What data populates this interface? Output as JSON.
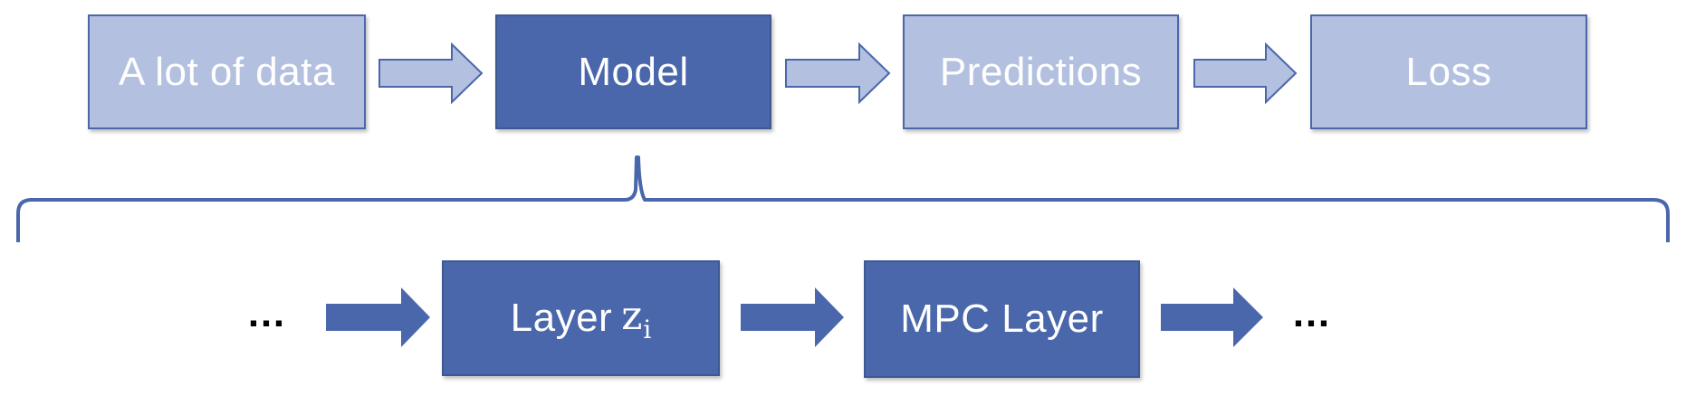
{
  "top_row": {
    "boxes": [
      {
        "label": "A lot of data",
        "style": "light"
      },
      {
        "label": "Model",
        "style": "dark"
      },
      {
        "label": "Predictions",
        "style": "light"
      },
      {
        "label": "Loss",
        "style": "light"
      }
    ]
  },
  "bottom_row": {
    "left_ellipsis": "…",
    "layer_box": {
      "label": "Layer",
      "symbol": "z",
      "subscript": "i"
    },
    "mpc_box": {
      "label": "MPC Layer"
    },
    "right_ellipsis": "…"
  },
  "colors": {
    "dark_blue": "#4a67ab",
    "light_blue": "#b3c0e0",
    "outline": "#4a67ab"
  },
  "icons": [
    "arrow-right-icon",
    "curly-brace-icon"
  ]
}
